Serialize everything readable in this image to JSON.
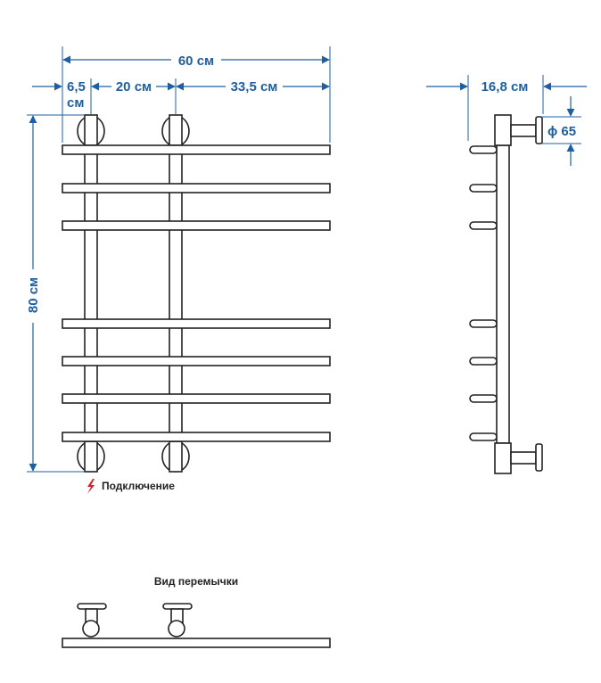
{
  "dimensions": {
    "total_width": "60 см",
    "offset_left": "6,5",
    "offset_left_unit": "см",
    "spacing": "20 см",
    "offset_right": "33,5 см",
    "height": "80 см",
    "depth": "16,8 см",
    "diameter": "ϕ 65"
  },
  "labels": {
    "connection": "Подключение",
    "jumper_view": "Вид перемычки"
  },
  "colors": {
    "dimension": "#1f5fa0",
    "outline": "#222222",
    "connection_icon": "#d62020"
  },
  "icons": {
    "connection": "lightning-icon"
  }
}
